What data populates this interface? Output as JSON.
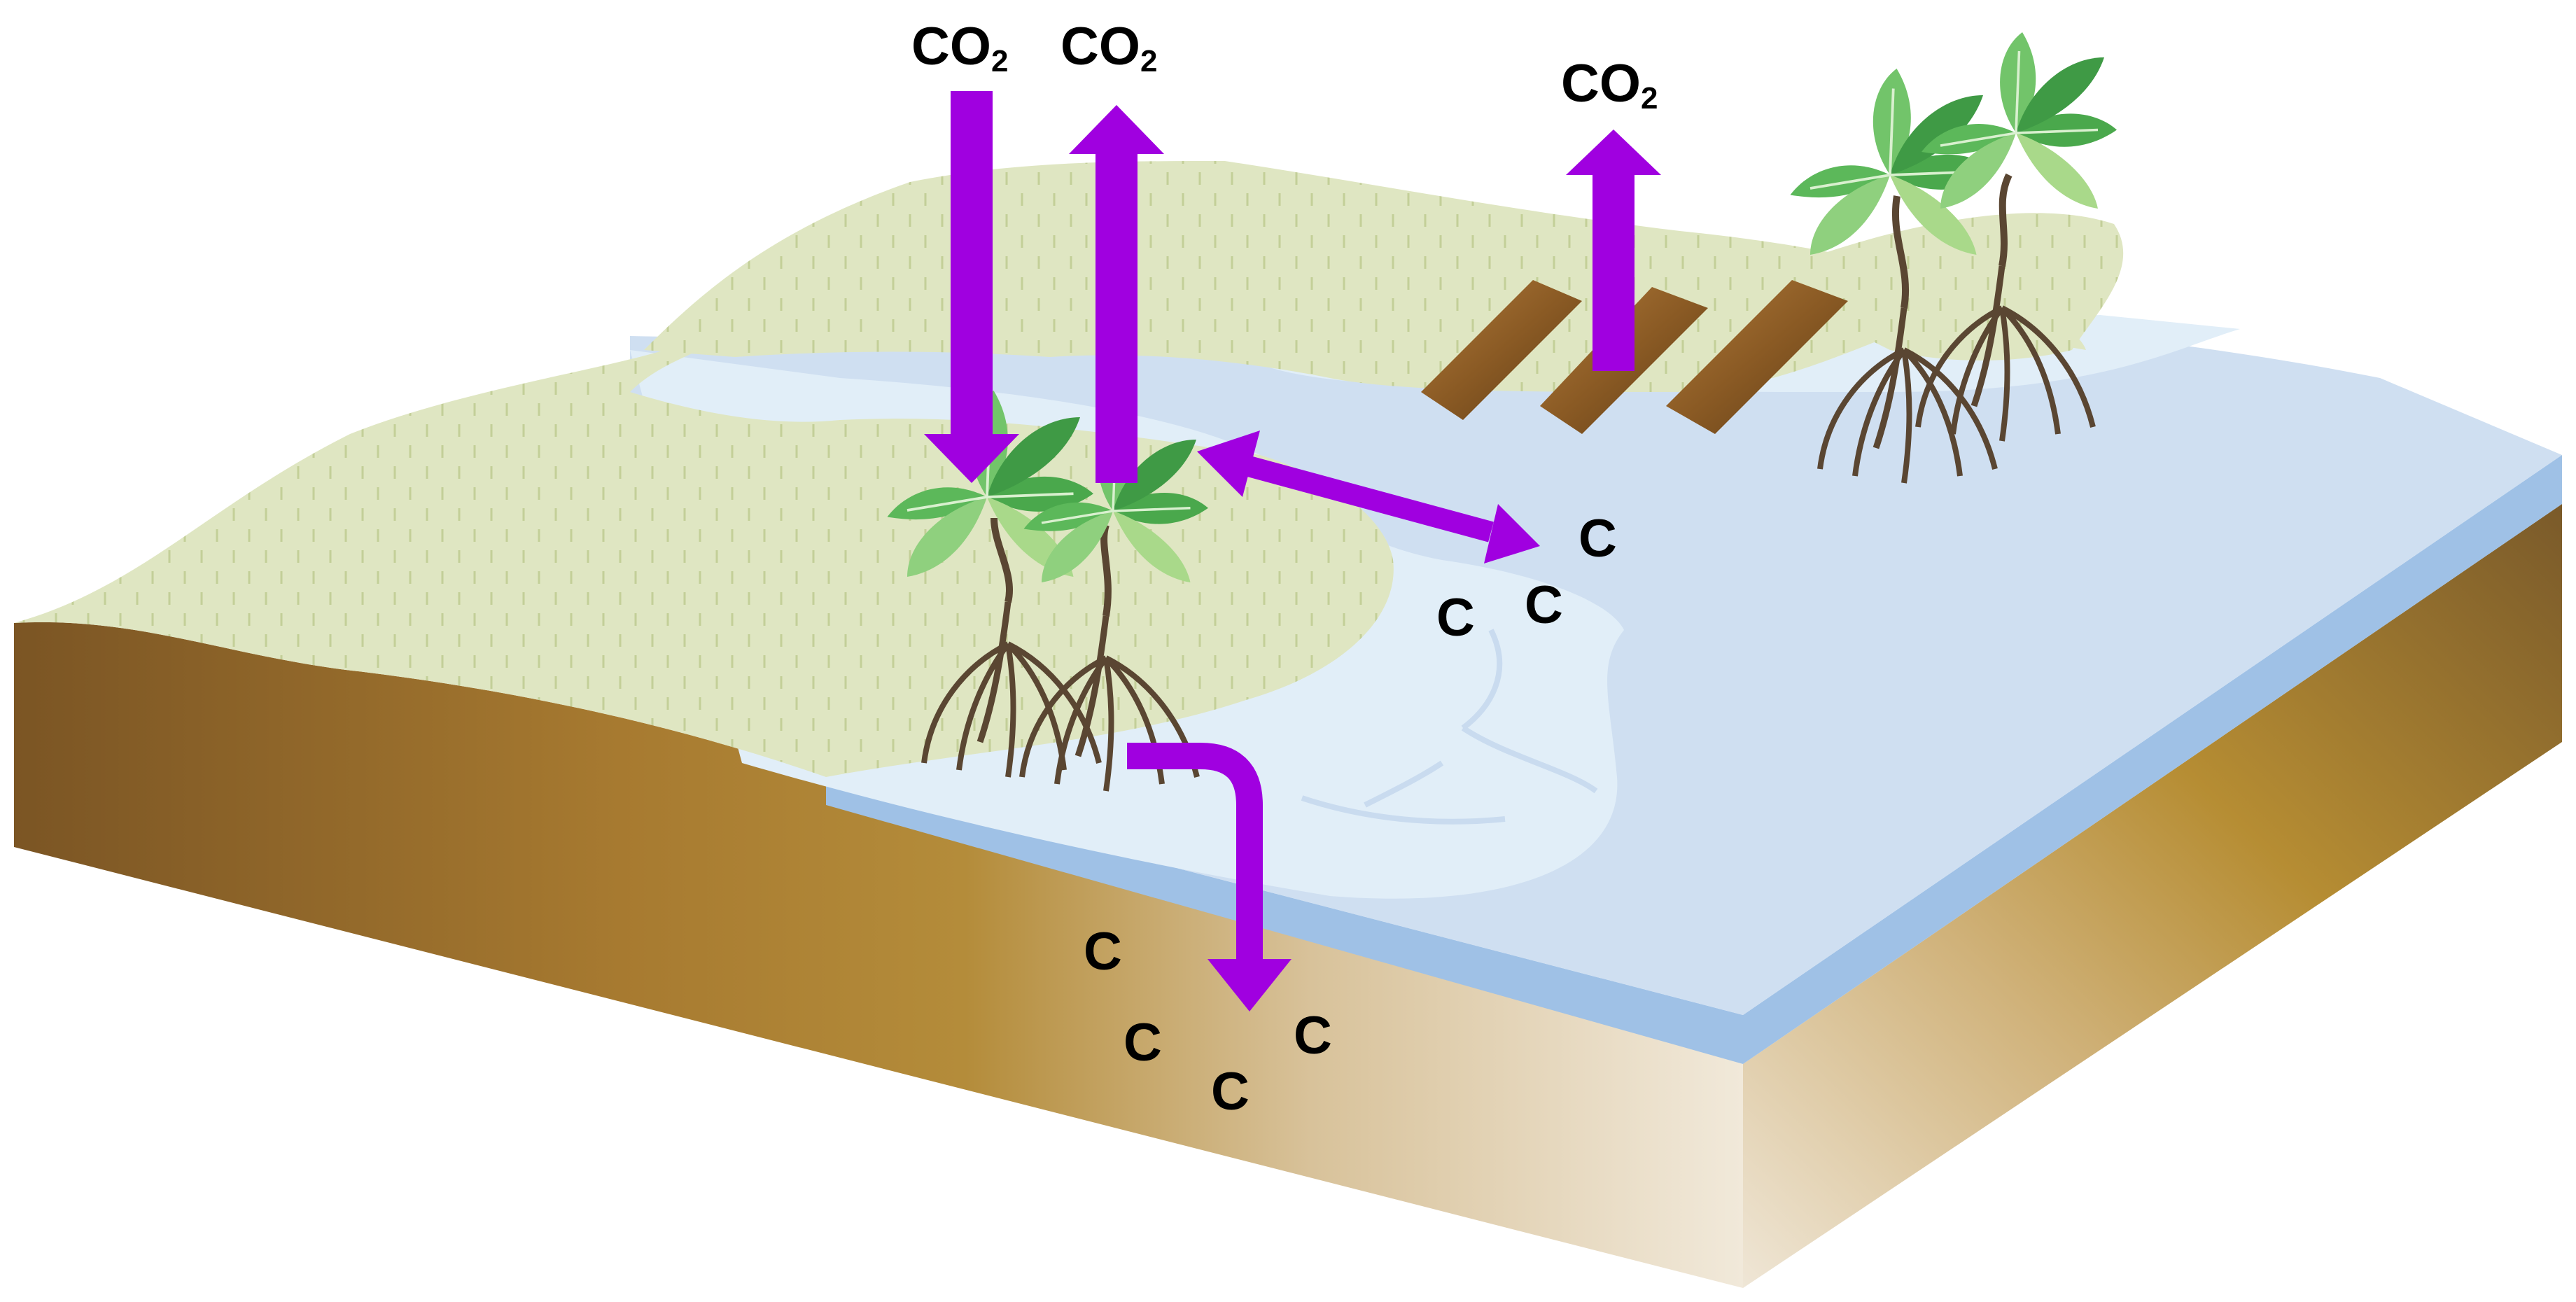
{
  "labels": {
    "co2_in": "CO",
    "co2_in_sub": "2",
    "co2_out": "CO",
    "co2_out_sub": "2",
    "co2_decay": "CO",
    "co2_decay_sub": "2",
    "c_water_1": "C",
    "c_water_2": "C",
    "c_water_3": "C",
    "c_soil_1": "C",
    "c_soil_2": "C",
    "c_soil_3": "C",
    "c_soil_4": "C"
  },
  "colors": {
    "arrow": "#a000e0",
    "water_top": "#cfdff1",
    "water_edge": "#9fc1e6",
    "shallow_water": "#e1eef8",
    "land": "#dfe6c2",
    "soil_dark": "#7b5524",
    "soil_mid": "#b38a35",
    "soil_light": "#ede3d0",
    "leaf": "#5cb85a",
    "root": "#5a4632",
    "log": "#8c5a24"
  },
  "icons": [
    "mangrove-tree-icon",
    "fallen-log-icon",
    "purple-arrow-icon"
  ]
}
